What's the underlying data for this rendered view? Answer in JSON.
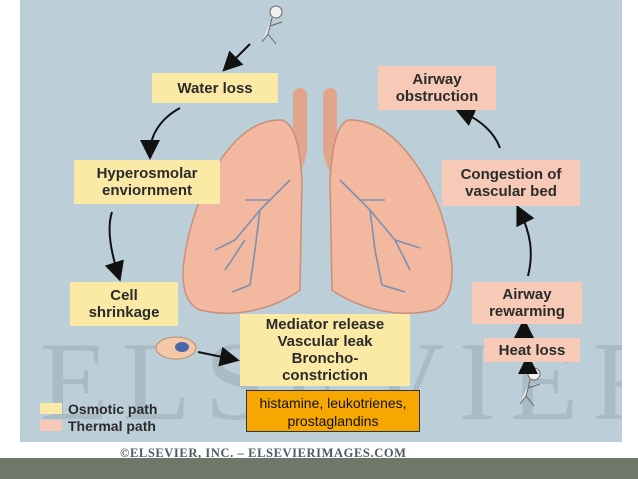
{
  "boxes": {
    "water_loss": "Water loss",
    "hyperosmolar_line1": "Hyperosmolar",
    "hyperosmolar_line2": "enviornment",
    "cell_shrinkage_line1": "Cell",
    "cell_shrinkage_line2": "shrinkage",
    "mediator_line1": "Mediator release",
    "mediator_line2": "Vascular leak",
    "mediator_line3": "Broncho-",
    "mediator_line4": "constriction",
    "airway_obstruction_line1": "Airway",
    "airway_obstruction_line2": "obstruction",
    "congestion_line1": "Congestion of",
    "congestion_line2": "vascular bed",
    "airway_rewarming_line1": "Airway",
    "airway_rewarming_line2": "rewarming",
    "heat_loss": "Heat loss"
  },
  "legend": {
    "osmotic": "Osmotic path",
    "thermal": "Thermal path"
  },
  "callout": {
    "line1": "histamine, leukotrienes,",
    "line2": "prostaglandins"
  },
  "watermark": "ELSEVIER",
  "copyright": "©ELSEVIER, INC. – ELSEVIERIMAGES.COM",
  "colors": {
    "background": "#bccfd8",
    "osmotic_box": "#fbe9a6",
    "thermal_box": "#f7c9b7",
    "lung": "#f2b8a0",
    "callout": "#f6a800",
    "footer_bar": "#6f7868"
  }
}
